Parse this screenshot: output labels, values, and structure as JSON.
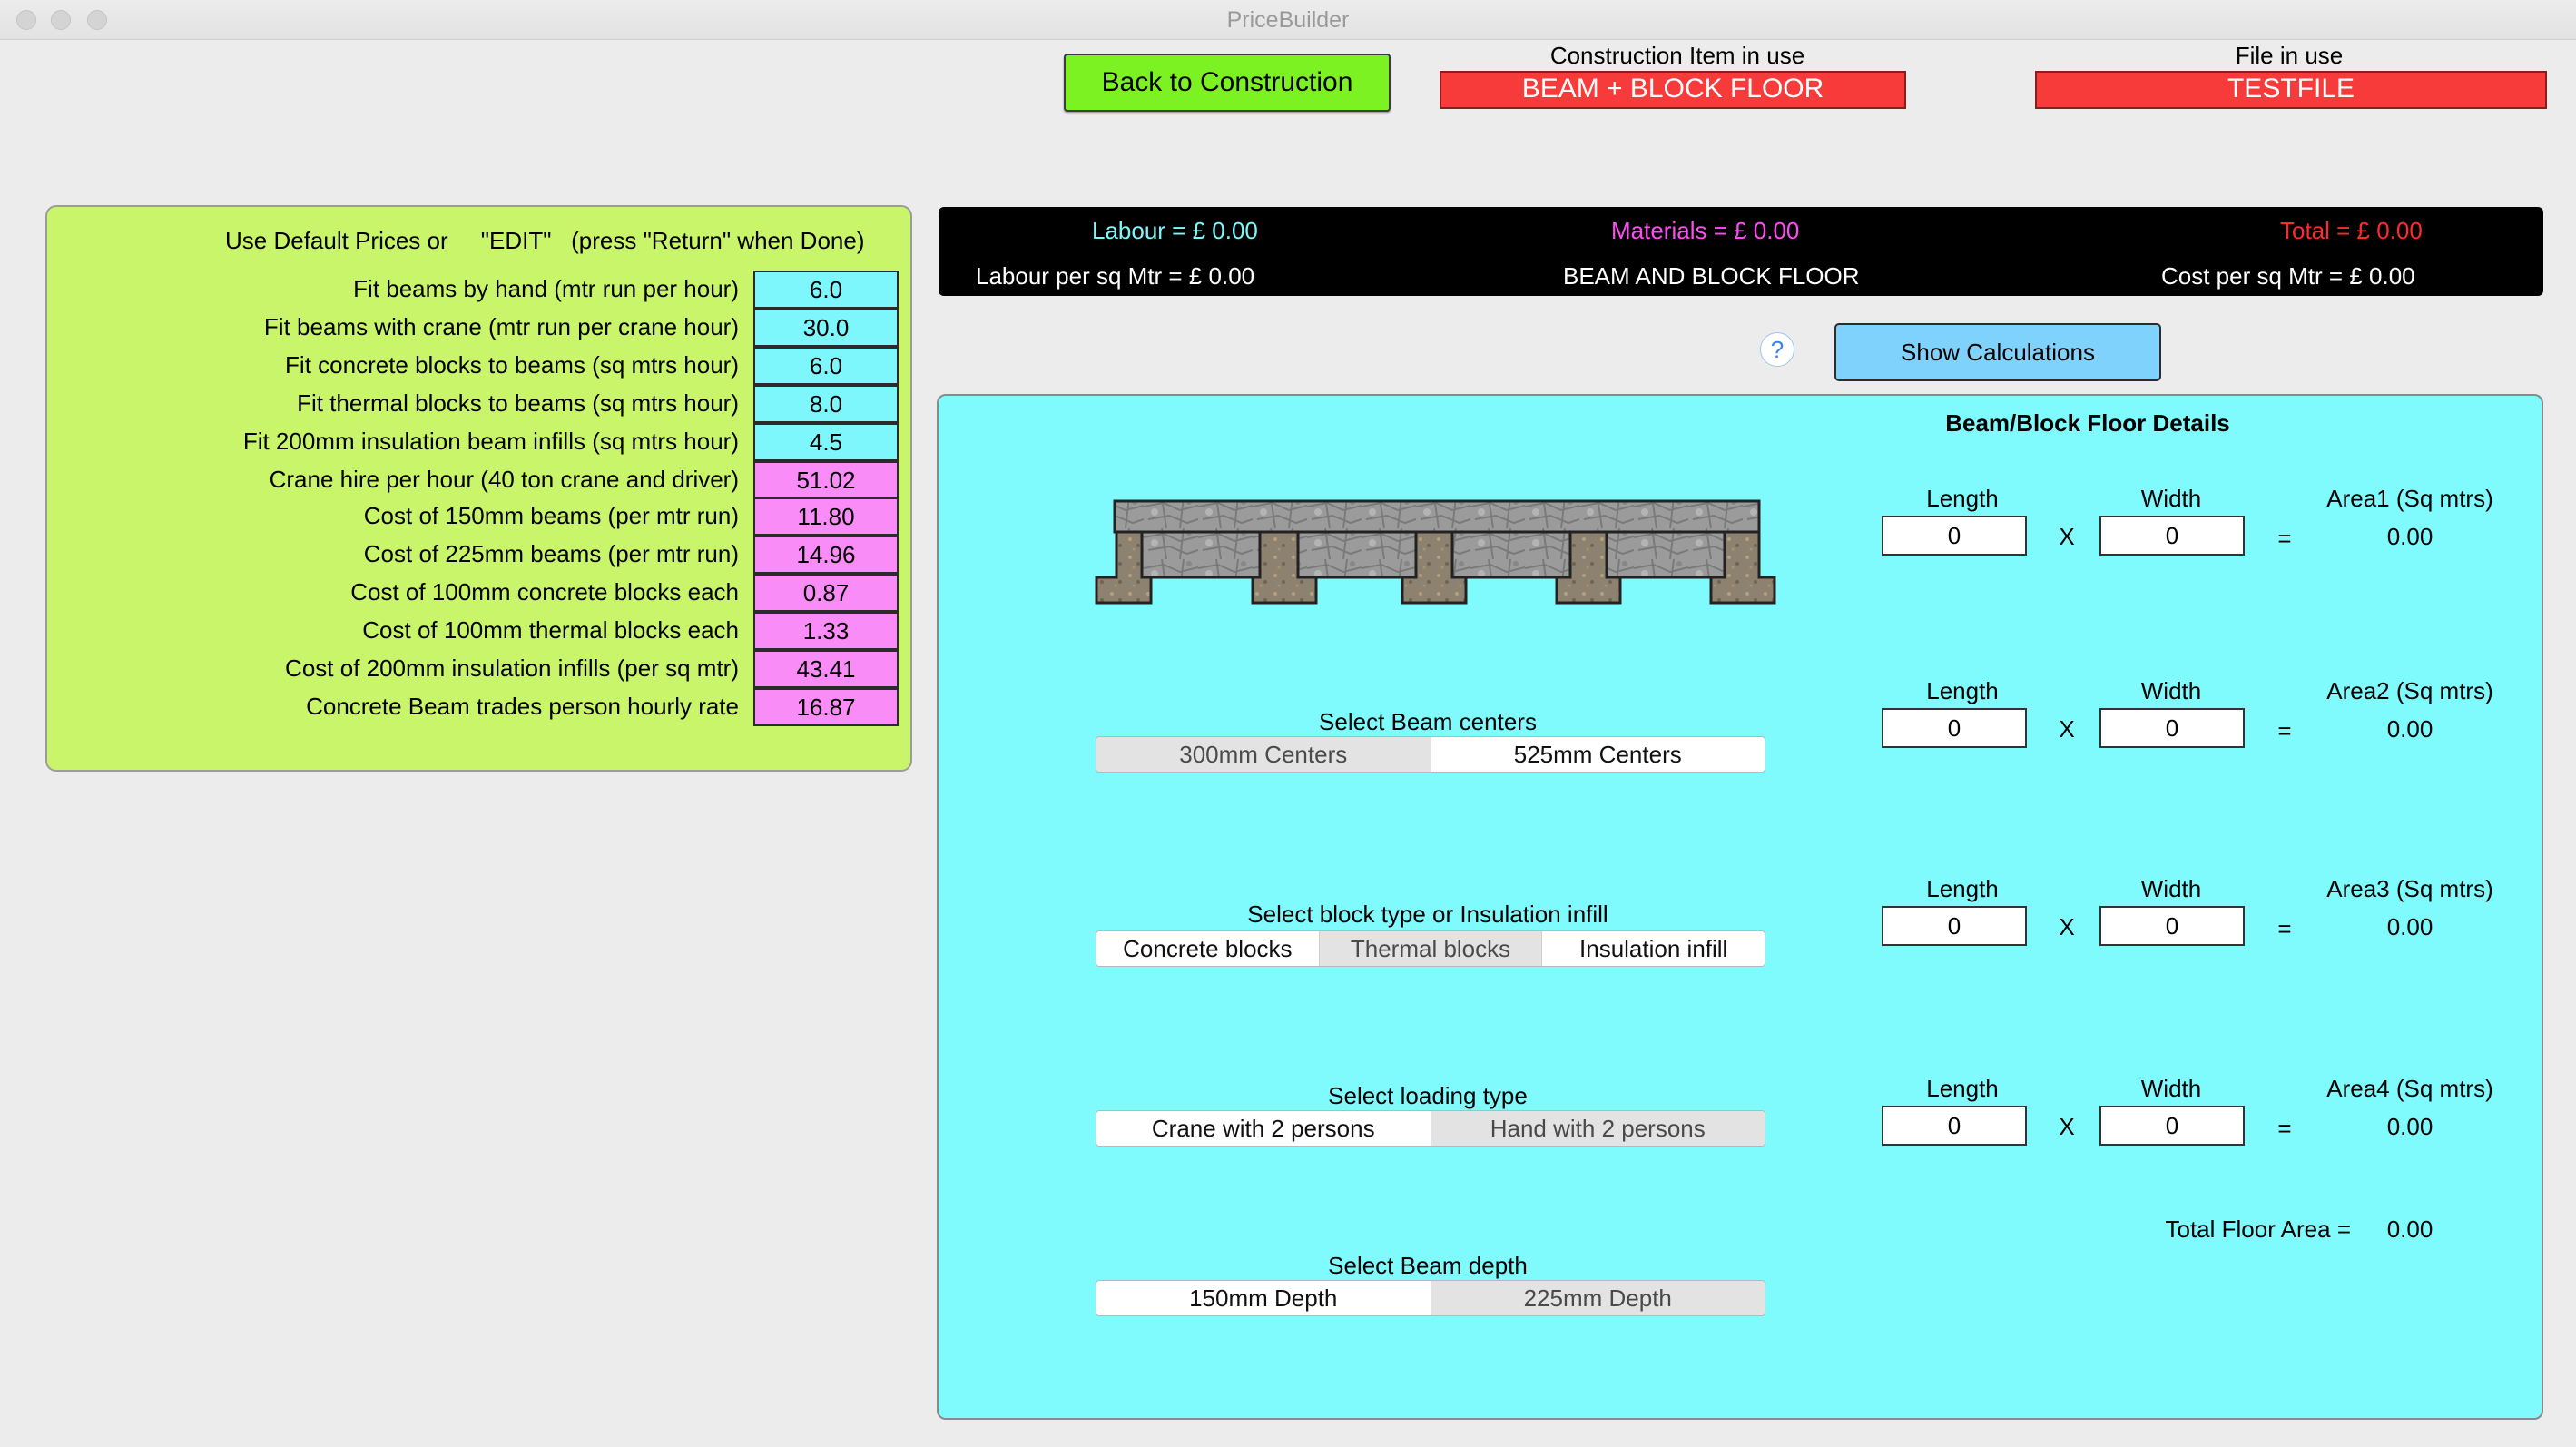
{
  "window": {
    "title": "PriceBuilder"
  },
  "header": {
    "back_button": "Back to Construction",
    "construction_label": "Construction Item in use",
    "construction_value": "BEAM + BLOCK FLOOR",
    "file_label": "File in use",
    "file_value": "TESTFILE",
    "field_color": "#f73a3a",
    "back_color": "#7cf222"
  },
  "prices": {
    "heading": "Use Default Prices or     \"EDIT\"   (press \"Return\" when Done)",
    "items": [
      {
        "label": "Fit beams by hand (mtr run per hour)",
        "value": "6.0",
        "color": "cyan"
      },
      {
        "label": "Fit beams with crane (mtr run per crane hour)",
        "value": "30.0",
        "color": "cyan"
      },
      {
        "label": "Fit concrete blocks to beams (sq mtrs hour)",
        "value": "6.0",
        "color": "cyan"
      },
      {
        "label": "Fit thermal blocks to beams (sq mtrs hour)",
        "value": "8.0",
        "color": "cyan"
      },
      {
        "label": "Fit 200mm insulation beam infills (sq mtrs hour)",
        "value": "4.5",
        "color": "cyan"
      },
      {
        "label": "Crane hire per hour (40 ton crane and driver)",
        "value": "51.02",
        "color": "pink"
      },
      {
        "label": "Cost of 150mm beams (per mtr run)",
        "value": "11.80",
        "color": "pink"
      },
      {
        "label": "Cost of 225mm beams (per mtr run)",
        "value": "14.96",
        "color": "pink"
      },
      {
        "label": "Cost of 100mm concrete blocks each",
        "value": "0.87",
        "color": "pink"
      },
      {
        "label": "Cost of 100mm thermal blocks each",
        "value": "1.33",
        "color": "pink"
      },
      {
        "label": "Cost of 200mm insulation infills (per sq mtr)",
        "value": "43.41",
        "color": "pink"
      },
      {
        "label": "Concrete Beam trades person hourly rate",
        "value": "16.87",
        "color": "pink"
      }
    ]
  },
  "summary": {
    "labour": "Labour = £  0.00",
    "materials": "Materials = £ 0.00",
    "total": "Total = £  0.00",
    "labour_per_sqm": "Labour per sq Mtr = £  0.00",
    "title": "BEAM AND BLOCK FLOOR",
    "cost_per_sqm": "Cost per sq Mtr = £  0.00",
    "labour_color": "#7df7fc",
    "materials_color": "#ff4cf2",
    "total_color": "#ff2a2a"
  },
  "actions": {
    "help": "?",
    "show_calculations": "Show Calculations"
  },
  "details": {
    "title": "Beam/Block Floor Details",
    "beam_centers": {
      "label": "Select Beam centers",
      "options": [
        "300mm Centers",
        "525mm Centers"
      ],
      "selected": 1
    },
    "block_type": {
      "label": "Select block type  or  Insulation infill",
      "options": [
        "Concrete blocks",
        "Thermal blocks",
        "Insulation infill"
      ],
      "selected": [
        0,
        2
      ]
    },
    "loading_type": {
      "label": "Select loading type",
      "options": [
        "Crane with 2 persons",
        "Hand with 2 persons"
      ],
      "selected": 0
    },
    "beam_depth": {
      "label": "Select Beam depth",
      "options": [
        "150mm Depth",
        "225mm Depth"
      ],
      "selected": 0
    },
    "areas": [
      {
        "length_label": "Length",
        "width_label": "Width",
        "length": "0",
        "width": "0",
        "times": "X",
        "equals": "=",
        "area_label": "Area1 (Sq mtrs)",
        "area": "0.00"
      },
      {
        "length_label": "Length",
        "width_label": "Width",
        "length": "0",
        "width": "0",
        "times": "X",
        "equals": "=",
        "area_label": "Area2 (Sq mtrs)",
        "area": "0.00"
      },
      {
        "length_label": "Length",
        "width_label": "Width",
        "length": "0",
        "width": "0",
        "times": "X",
        "equals": "=",
        "area_label": "Area3 (Sq mtrs)",
        "area": "0.00"
      },
      {
        "length_label": "Length",
        "width_label": "Width",
        "length": "0",
        "width": "0",
        "times": "X",
        "equals": "=",
        "area_label": "Area4 (Sq mtrs)",
        "area": "0.00"
      }
    ],
    "total_floor_label": "Total Floor Area =",
    "total_floor_value": "0.00"
  }
}
